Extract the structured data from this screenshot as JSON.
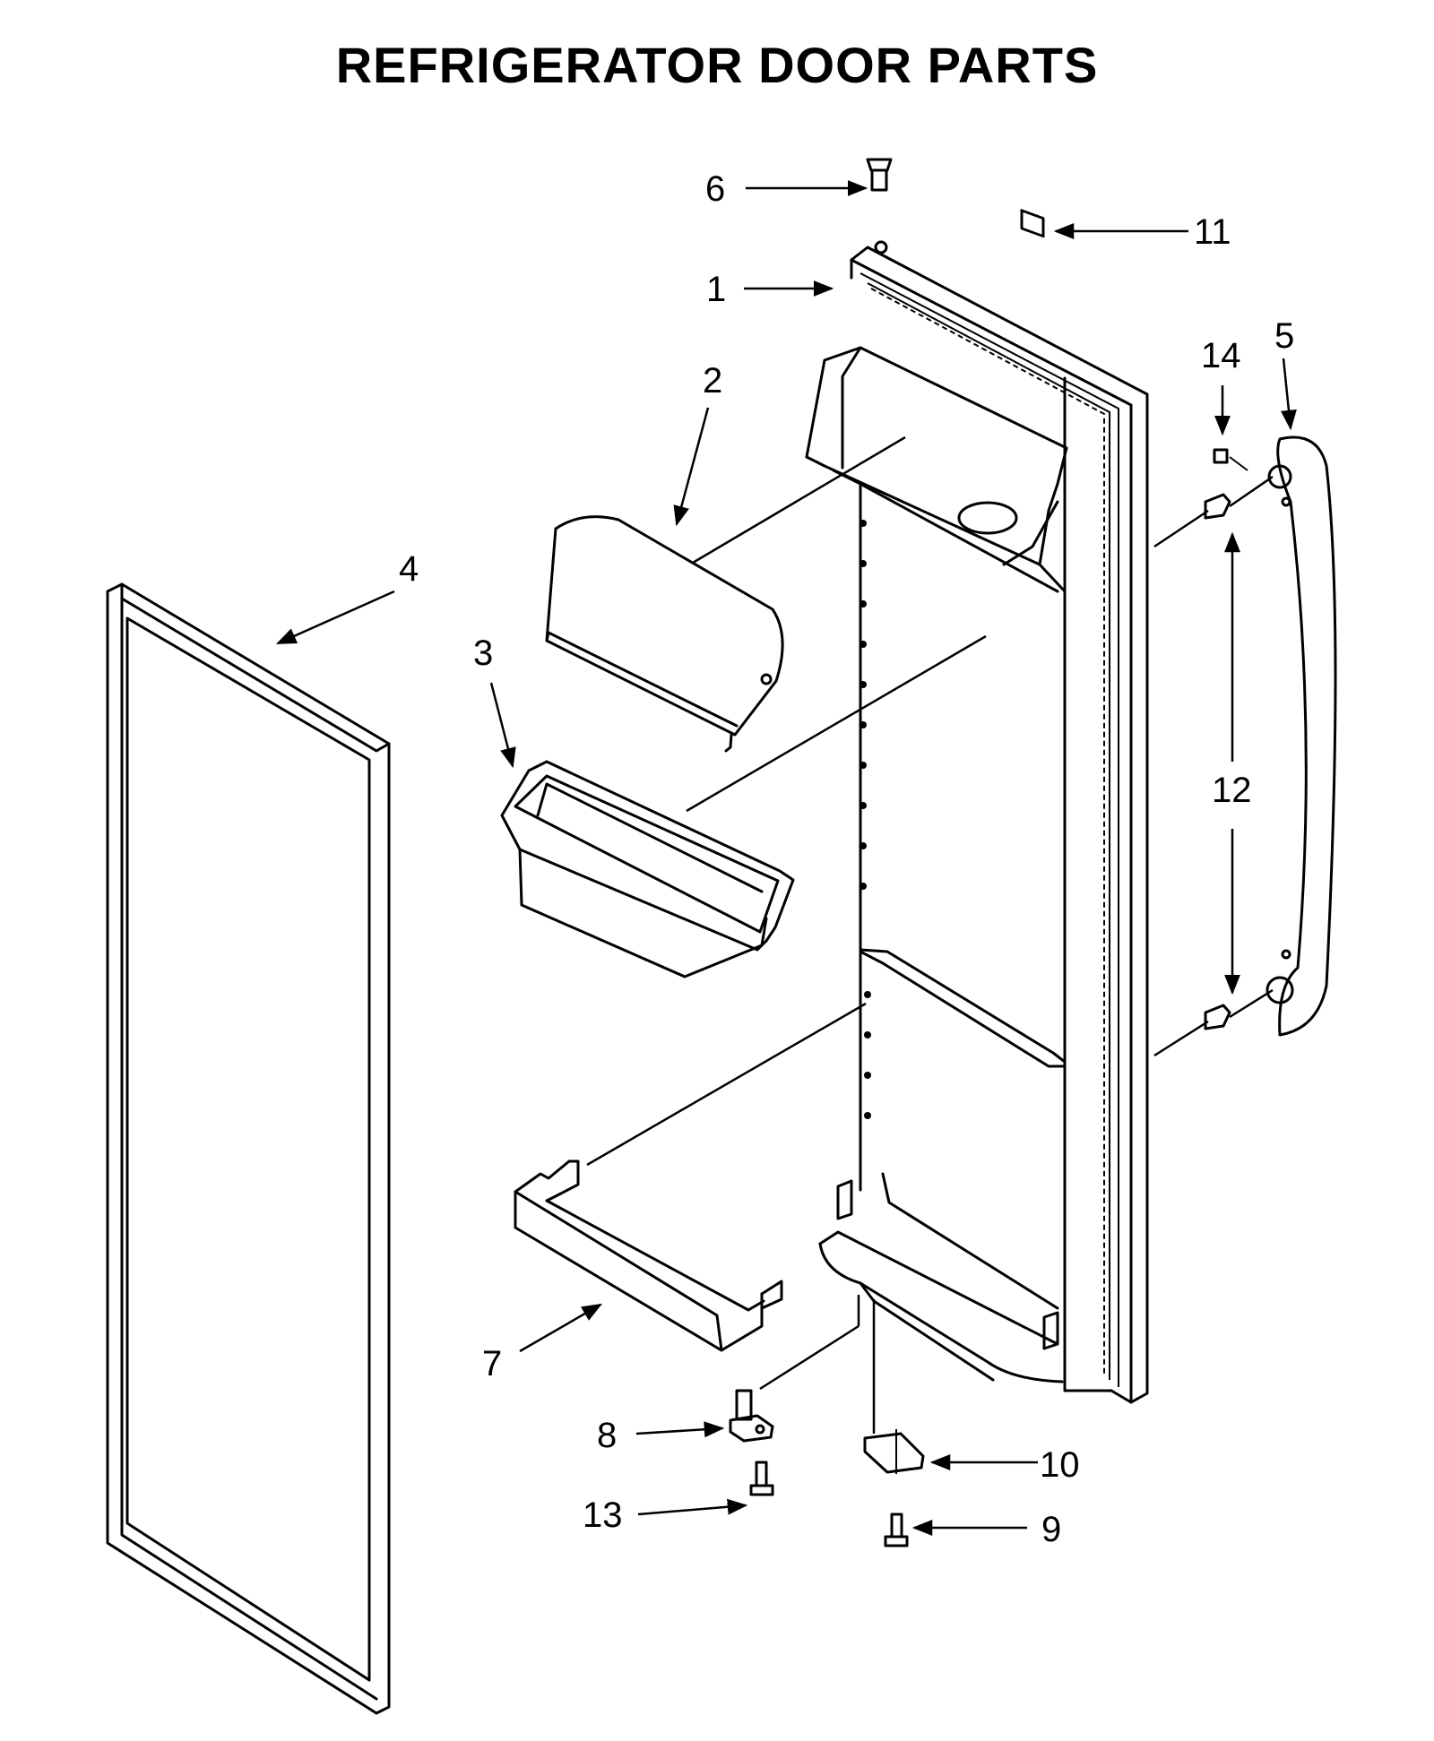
{
  "title": "REFRIGERATOR DOOR PARTS",
  "callouts": [
    "1",
    "2",
    "3",
    "4",
    "5",
    "6",
    "7",
    "8",
    "9",
    "10",
    "11",
    "12",
    "13",
    "14"
  ]
}
